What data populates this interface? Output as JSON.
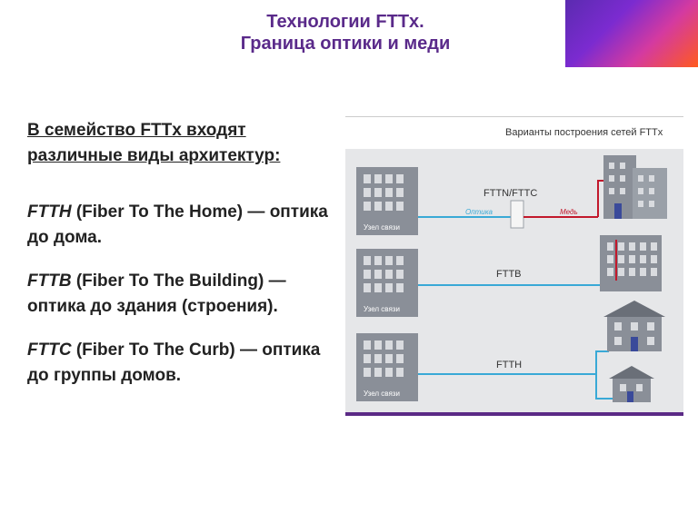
{
  "header": {
    "title_line1": "Технологии FTTx.",
    "title_line2": "Граница оптики и меди"
  },
  "left": {
    "intro": "В семейство FTTx входят различные виды архитектур:",
    "items": [
      {
        "abbr": "FTTH",
        "rest": " (Fiber To The Home) — оптика до дома."
      },
      {
        "abbr": "FTTB",
        "rest": " (Fiber To The Building) — оптика до здания (строения)."
      },
      {
        "abbr": "FTTC",
        "rest": " (Fiber To The Curb) — оптика до группы домов."
      }
    ]
  },
  "diagram": {
    "title": "Варианты построения сетей FTTx",
    "node_label": "Узел связи",
    "fttn_label": "FTTN/FTTC",
    "fttb_label": "FTTB",
    "ftth_label": "FTTH",
    "optic_label": "Оптика",
    "copper_label": "Медь",
    "colors": {
      "optic": "#39a9d6",
      "copper": "#c2182c",
      "panel": "#e6e7e9",
      "building": "#8a8f98",
      "footer": "#5b2a86"
    }
  }
}
